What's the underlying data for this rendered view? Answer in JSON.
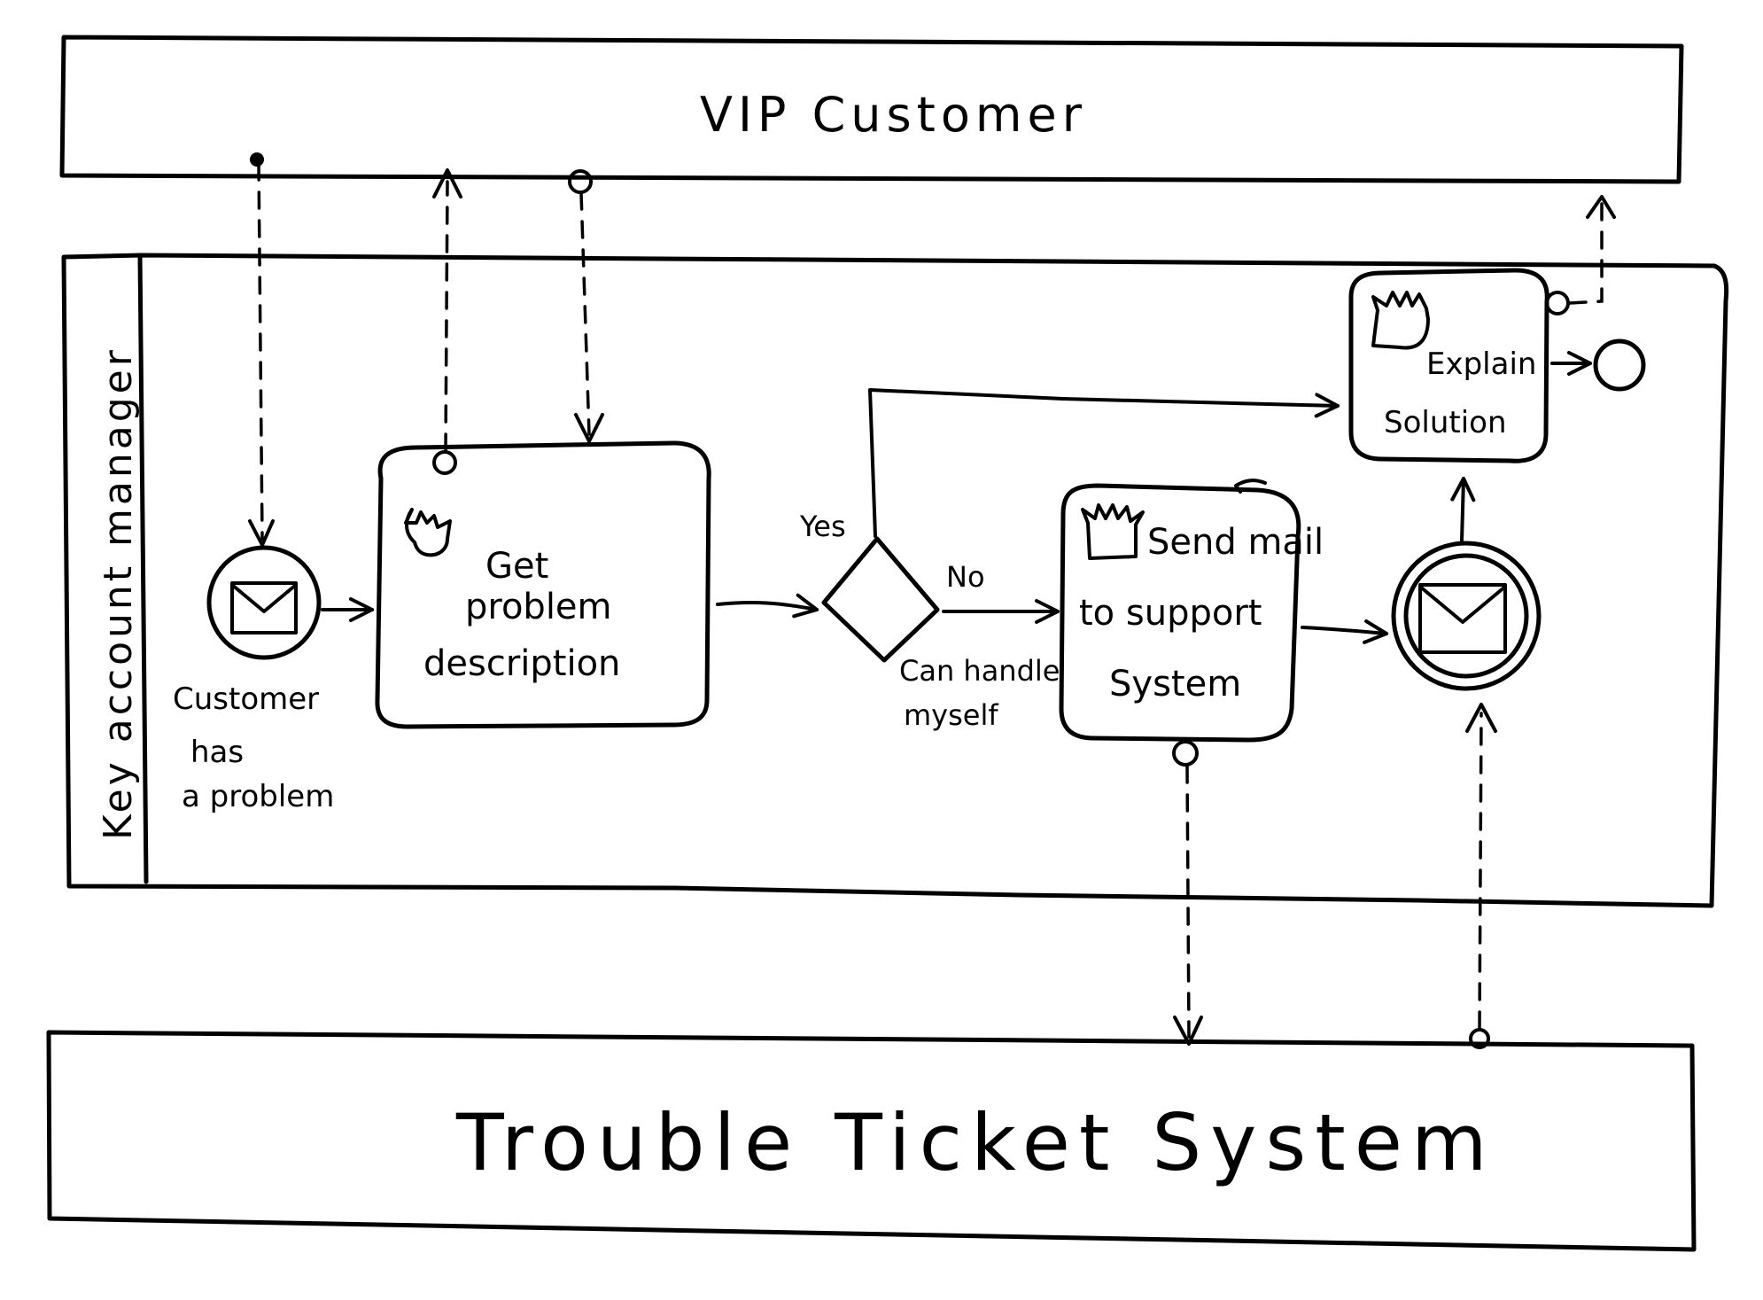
{
  "pools": {
    "vip_customer": "VIP Customer",
    "trouble_ticket_system": "Trouble Ticket System"
  },
  "lane": {
    "label": "Key account manager"
  },
  "events": {
    "start": {
      "label_line1": "Customer",
      "label_line2": "has",
      "label_line3": "a problem",
      "icon": "envelope-icon"
    },
    "intermediate_catch": {
      "icon": "envelope-icon"
    }
  },
  "tasks": {
    "get_problem": {
      "line1": "Get",
      "line2": "problem",
      "line3": "description",
      "icon": "hand-icon"
    },
    "send_mail": {
      "line1": "Send mail",
      "line2": "to support",
      "line3": "System",
      "icon": "hand-icon"
    },
    "explain_solution": {
      "line1": "Explain",
      "line2": "Solution",
      "icon": "hand-icon"
    }
  },
  "gateway": {
    "label_line1": "Can handle",
    "label_line2": "myself",
    "yes_label": "Yes",
    "no_label": "No"
  }
}
